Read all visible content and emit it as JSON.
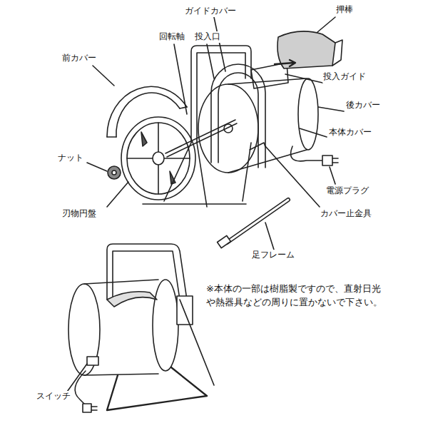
{
  "diagram": {
    "labels": [
      "ガイドカバー",
      "押棒",
      "回転軸",
      "投入口",
      "前カバー",
      "投入ガイド",
      "後カバー",
      "本体カバー",
      "ナット",
      "電源プラグ",
      "刃物円盤",
      "カバー止金具",
      "足フレーム",
      "※本体の一部は樹脂製ですので、直射日光 や熱器具などの周りに置かないで下さい。",
      "スイッチ"
    ]
  }
}
